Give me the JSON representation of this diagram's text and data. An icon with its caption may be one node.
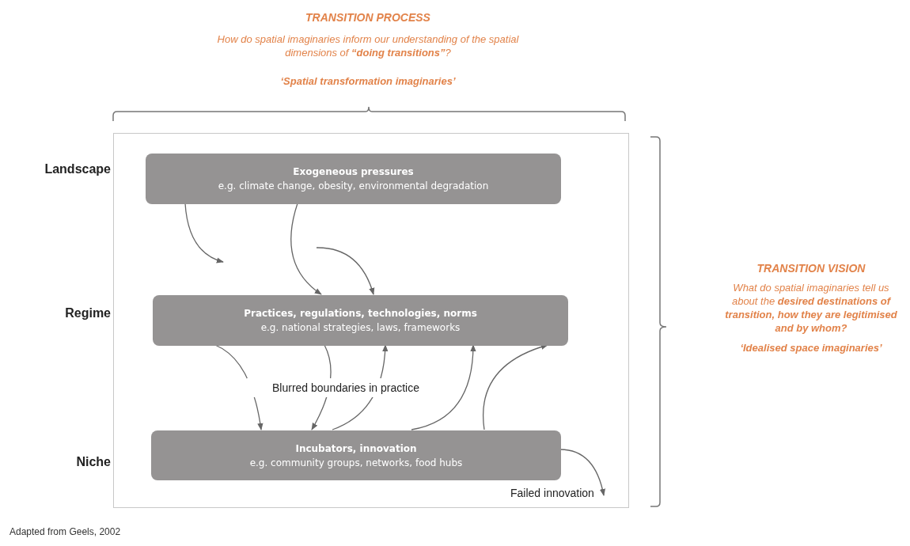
{
  "diagram": {
    "caption": "Adapted from Geels, 2002",
    "nodes": [
      {
        "text": [],
        "shape": "box"
      },
      {
        "text": [
          "Exogeneous pressures",
          "e.g. climate change, obesity, environmental degradation"
        ],
        "in": 0
      },
      {
        "text": [
          "Practices, regulations, technologies, norms",
          "e.g. national strategies, laws, frameworks"
        ],
        "in": 0
      },
      {
        "text": [
          "Incubators, innovation",
          "e.g. community groups, networks, food hubs"
        ],
        "in": 0
      }
    ],
    "edges": [
      {
        "from": 1,
        "to": null,
        "arrow": "to"
      },
      {
        "from": 1,
        "to": 2,
        "arrow": "to"
      },
      {
        "from": null,
        "to": 2,
        "arrow": "to"
      },
      {
        "from": 2,
        "to": 3,
        "arrow": "to"
      },
      {
        "from": 2,
        "to": 3,
        "arrow": "to"
      },
      {
        "from": 3,
        "to": 2,
        "arrow": "to"
      },
      {
        "from": 3,
        "to": 2,
        "arrow": "to"
      },
      {
        "from": 3,
        "to": 2,
        "arrow": "to"
      },
      {
        "from": 3,
        "to": null,
        "arrow": "to",
        "label": "Failed innovation"
      }
    ],
    "labels": [
      "TRANSITION PROCESS",
      "How do spatial imaginaries inform our understanding of the spatial dimensions of **“doing transitions”**?",
      "‘Spatial transformation imaginaries’",
      "Landscape",
      "TRANSITION VISION",
      "What do spatial imaginaries tell us about the **desired destinations of transition, how they are legitimised and by whom?**",
      "‘Idealised space imaginaries’",
      "Regime",
      "Blurred boundaries in practice",
      "Niche"
    ]
  }
}
